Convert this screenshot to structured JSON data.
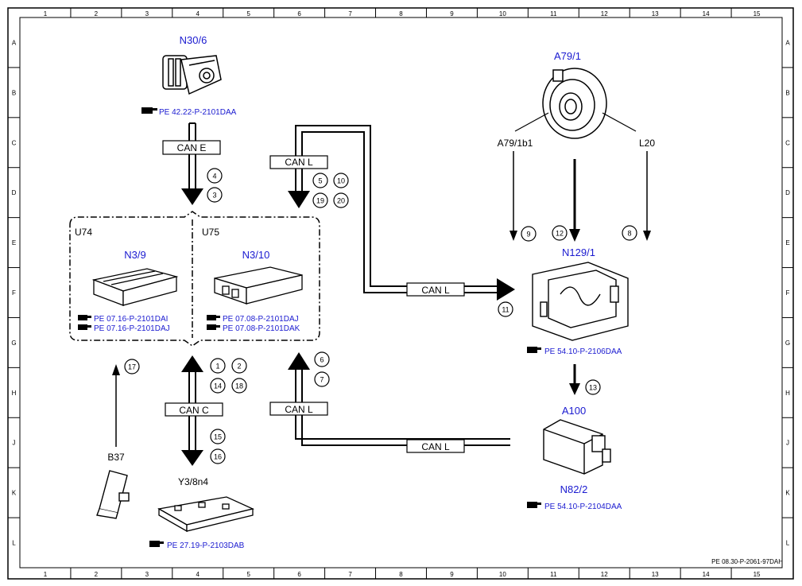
{
  "grid": {
    "columns": [
      "1",
      "2",
      "3",
      "4",
      "5",
      "6",
      "7",
      "8",
      "9",
      "10",
      "11",
      "12",
      "13",
      "14",
      "15"
    ],
    "rows": [
      "A",
      "B",
      "C",
      "D",
      "E",
      "F",
      "G",
      "H",
      "J",
      "K",
      "L"
    ]
  },
  "components": {
    "n30_6": {
      "label": "N30/6",
      "ref": "PE 42.22-P-2101DAA"
    },
    "a79_1": {
      "label": "A79/1"
    },
    "a79_1b1": {
      "label": "A79/1b1"
    },
    "l20": {
      "label": "L20"
    },
    "u74": {
      "label": "U74"
    },
    "u75": {
      "label": "U75"
    },
    "n3_9": {
      "label": "N3/9",
      "refs": [
        "PE 07.16-P-2101DAI",
        "PE 07.16-P-2101DAJ"
      ]
    },
    "n3_10": {
      "label": "N3/10",
      "refs": [
        "PE 07.08-P-2101DAJ",
        "PE 07.08-P-2101DAK"
      ]
    },
    "n129_1": {
      "label": "N129/1",
      "ref": "PE 54.10-P-2106DAA"
    },
    "a100": {
      "label": "A100"
    },
    "n82_2": {
      "label": "N82/2",
      "ref": "PE 54.10-P-2104DAA"
    },
    "b37": {
      "label": "B37"
    },
    "y3_8n4": {
      "label": "Y3/8n4",
      "ref": "PE 27.19-P-2103DAB"
    }
  },
  "buses": {
    "can_e": "CAN E",
    "can_l": "CAN L",
    "can_c": "CAN C"
  },
  "markers": [
    "1",
    "2",
    "3",
    "4",
    "5",
    "6",
    "7",
    "8",
    "9",
    "10",
    "11",
    "12",
    "13",
    "14",
    "15",
    "16",
    "17",
    "18",
    "19",
    "20"
  ],
  "footer_ref": "PE 08.30-P-2061-97DAH"
}
